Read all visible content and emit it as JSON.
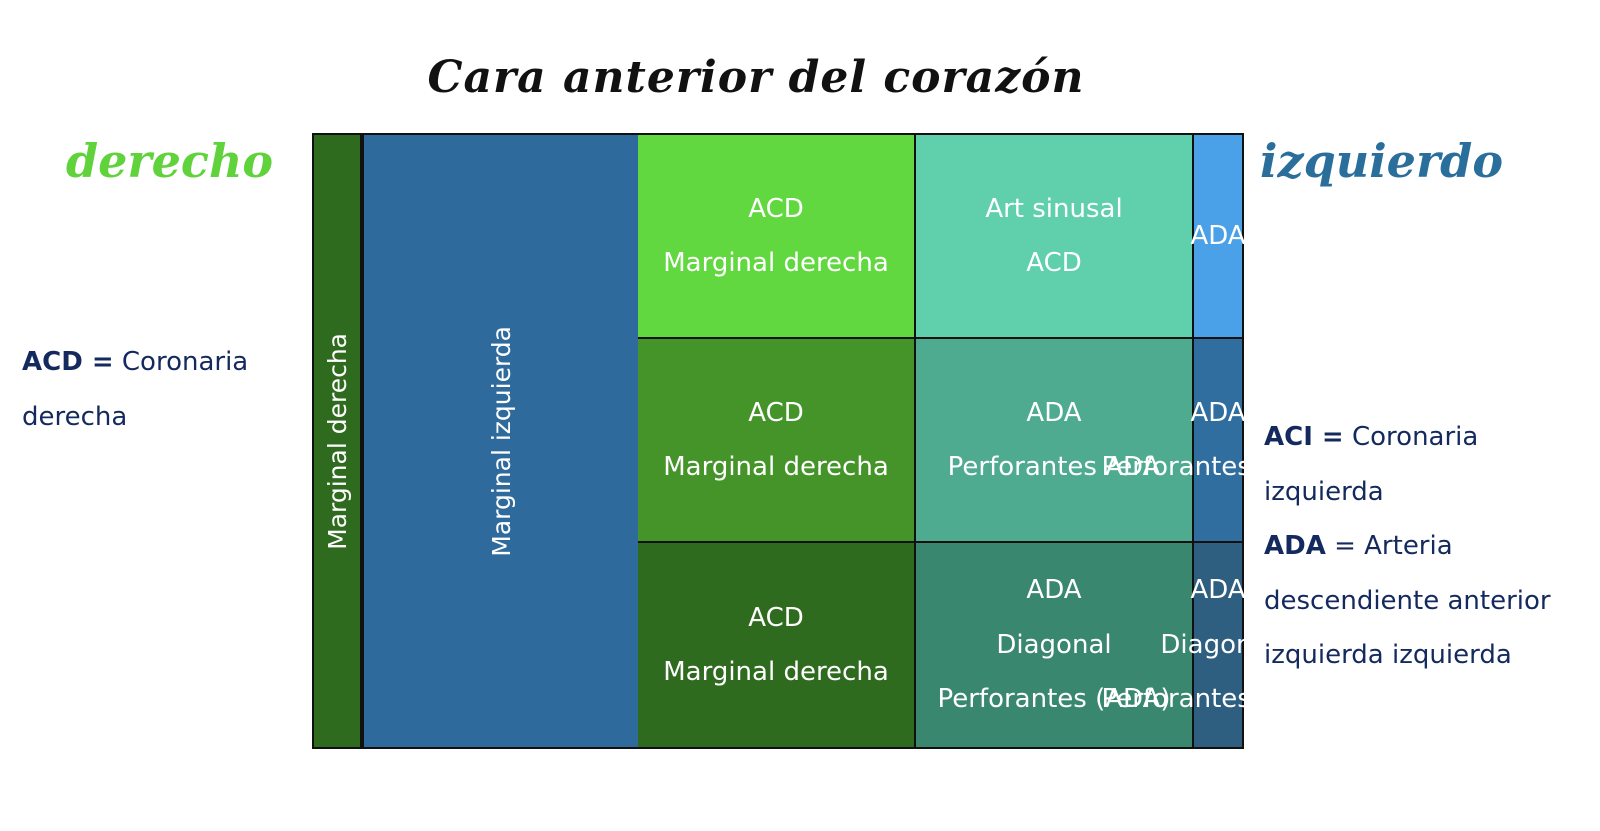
{
  "title": "Cara anterior del corazón",
  "left_heading": "derecho",
  "right_heading": "izquierdo",
  "colors": {
    "left_heading": "#5fd23c",
    "right_heading": "#2a6e9c",
    "left_bar": "#2f6b1e",
    "right_bar": "#2e6b9c"
  },
  "bars": {
    "left": "Marginal derecha",
    "right": "Marginal izquierda"
  },
  "grid": [
    [
      {
        "lines": [
          "ACD",
          "Marginal derecha"
        ],
        "color": "#62d840"
      },
      {
        "lines": [
          "Art sinusal",
          "ACD"
        ],
        "color": "#5fcfac"
      },
      {
        "lines": [
          "ADA"
        ],
        "color": "#4aa1e8"
      }
    ],
    [
      {
        "lines": [
          "ACD",
          "Marginal derecha"
        ],
        "color": "#45942a"
      },
      {
        "lines": [
          "ADA",
          "Perforantes ADA"
        ],
        "color": "#4fab8f"
      },
      {
        "lines": [
          "ADA",
          "Perforantes (ADA)"
        ],
        "color": "#2f6e9e"
      }
    ],
    [
      {
        "lines": [
          "ACD",
          "Marginal derecha"
        ],
        "color": "#2f6b1e"
      },
      {
        "lines": [
          "ADA",
          "Diagonal",
          "Perforantes (ADA)"
        ],
        "color": "#3a876f"
      },
      {
        "lines": [
          "ADA",
          "Diagonal",
          "Perforantes (ADA)"
        ],
        "color": "#2e5e80"
      }
    ]
  ],
  "legend_left": [
    {
      "bold": "ACD =",
      "text": " Coronaria"
    },
    {
      "bold": "",
      "text": "derecha"
    }
  ],
  "legend_right": [
    {
      "bold": "ACI =",
      "text": " Coronaria"
    },
    {
      "bold": "",
      "text": "izquierda"
    },
    {
      "bold": "ADA",
      "text": " = Arteria"
    },
    {
      "bold": "",
      "text": "descendiente anterior"
    },
    {
      "bold": "",
      "text": "izquierda izquierda"
    }
  ]
}
